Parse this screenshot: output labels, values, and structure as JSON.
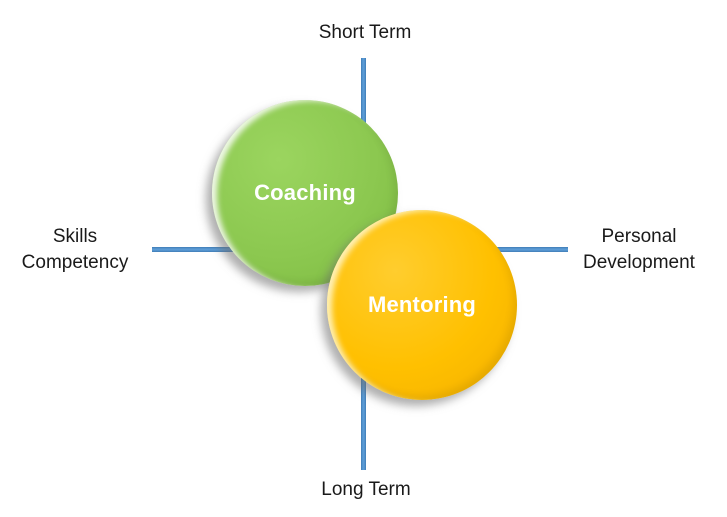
{
  "diagram": {
    "background_color": "#FFFFFF",
    "axes": {
      "line_color": "#4E8FCB",
      "top_label": "Short Term",
      "bottom_label": "Long Term",
      "left_label_line1": "Skills",
      "left_label_line2": "Competency",
      "right_label_line1": "Personal",
      "right_label_line2": "Development"
    },
    "circles": [
      {
        "label": "Coaching",
        "fill_color": "#8CC850",
        "text_color": "#FFFFFF"
      },
      {
        "label": "Mentoring",
        "fill_color": "#FFC000",
        "text_color": "#FFFFFF"
      }
    ]
  }
}
